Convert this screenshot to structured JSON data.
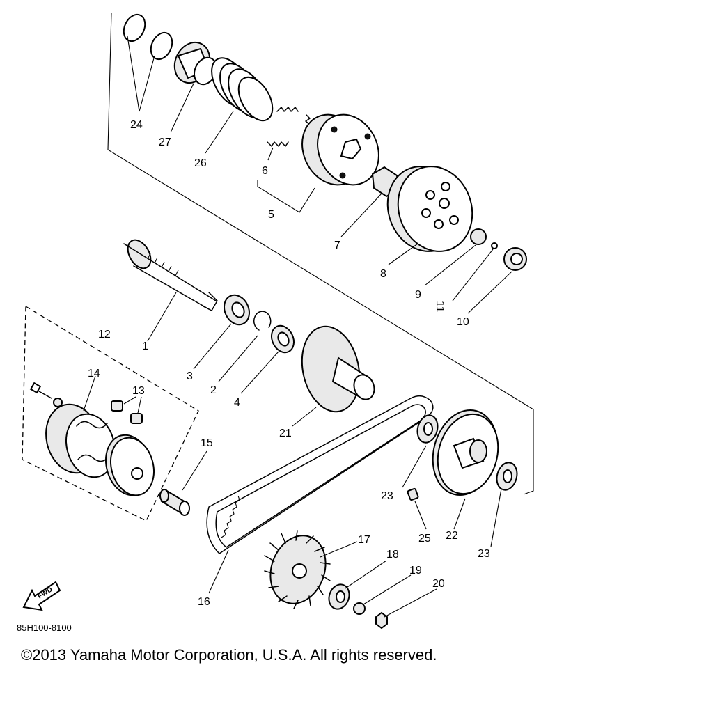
{
  "callouts": {
    "p1": "1",
    "p2": "2",
    "p3": "3",
    "p4": "4",
    "p5": "5",
    "p6": "6",
    "p7": "7",
    "p8": "8",
    "p9": "9",
    "p10": "10",
    "p11": "11",
    "p12": "12",
    "p13": "13",
    "p14": "14",
    "p15": "15",
    "p16": "16",
    "p17": "17",
    "p18": "18",
    "p19": "19",
    "p20": "20",
    "p21": "21",
    "p22": "22",
    "p23a": "23",
    "p23b": "23",
    "p24": "24",
    "p25": "25",
    "p26": "26",
    "p27": "27"
  },
  "direction_label": "FWD",
  "drawing_code": "85H100-8100",
  "copyright": "©2013 Yamaha Motor Corporation, U.S.A. All rights reserved."
}
